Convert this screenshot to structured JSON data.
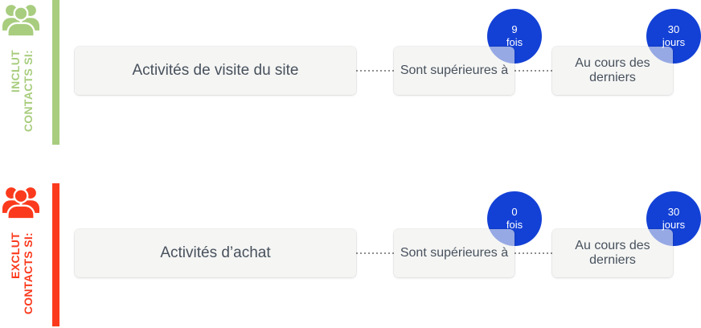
{
  "colors": {
    "include_green": "#a8cd7e",
    "exclude_red": "#fb3a1d",
    "badge_blue": "#1341d6",
    "card_background": "#f4f4f3",
    "card_text": "#47515c",
    "connector_gray": "#8f8f8f"
  },
  "rows": [
    {
      "id": "include",
      "label_line1": "INCLUT",
      "label_line2": "CONTACTS SI:",
      "activity": "Activités de visite du site",
      "condition": "Sont supérieures à",
      "period": "Au cours des derniers",
      "count_badge": {
        "value": "9",
        "unit": "fois"
      },
      "period_badge": {
        "value": "30",
        "unit": "jours"
      }
    },
    {
      "id": "exclude",
      "label_line1": "EXCLUT",
      "label_line2": "CONTACTS SI:",
      "activity": "Activités d’achat",
      "condition": "Sont supérieures à",
      "period": "Au cours des derniers",
      "count_badge": {
        "value": "0",
        "unit": "fois"
      },
      "period_badge": {
        "value": "30",
        "unit": "jours"
      }
    }
  ]
}
